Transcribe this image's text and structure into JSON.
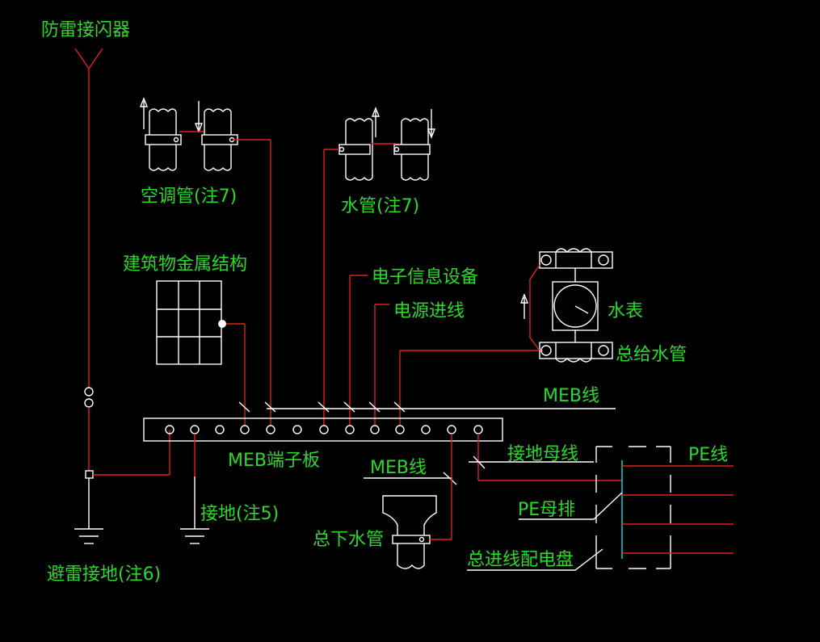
{
  "labels": {
    "lightning_arrester": "防雷接闪器",
    "ac_pipe": "空调管(注7)",
    "water_pipe": "水管(注7)",
    "building_metal": "建筑物金属结构",
    "electronic_info": "电子信息设备",
    "power_inlet": "电源进线",
    "water_meter": "水表",
    "main_water_supply": "总给水管",
    "meb_line_top": "MEB线",
    "meb_terminal_board": "MEB端子板",
    "meb_line_bottom": "MEB线",
    "ground_bus": "接地母线",
    "pe_line": "PE线",
    "pe_busbar": "PE母排",
    "ground_note5": "接地(注5)",
    "main_drain_pipe": "总下水管",
    "main_distribution": "总进线配电盘",
    "lightning_ground": "避雷接地(注6)"
  }
}
